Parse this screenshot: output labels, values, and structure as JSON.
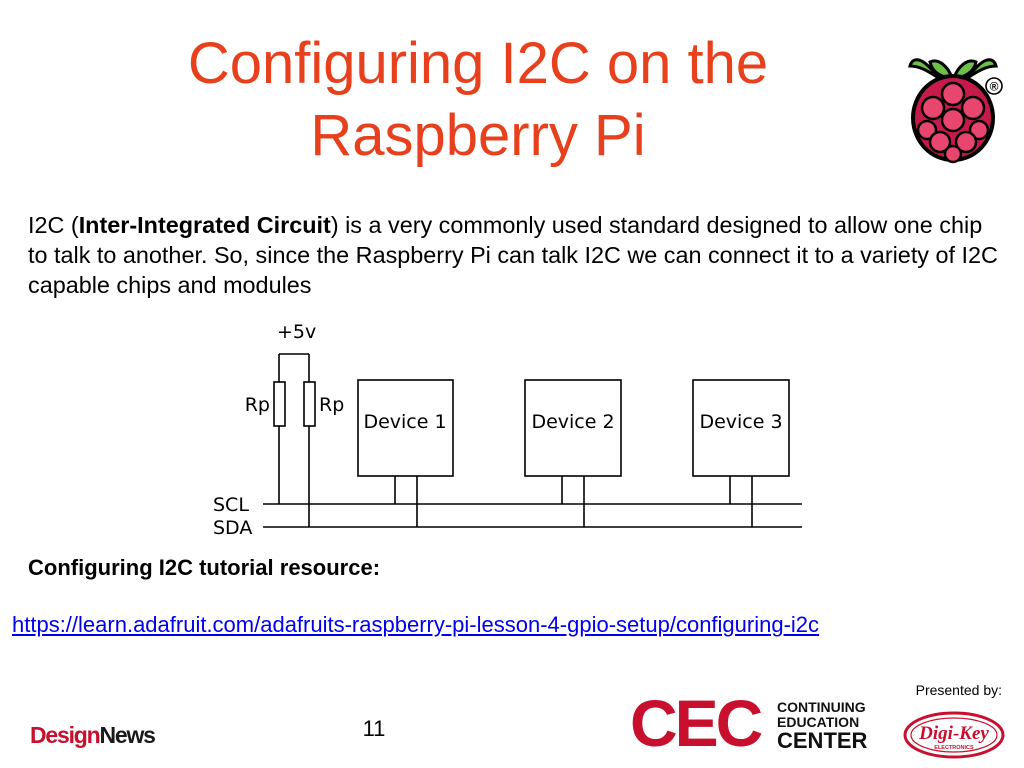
{
  "slide": {
    "title_line1": "Configuring I2C on the",
    "title_line2": "Raspberry Pi",
    "body": {
      "p1": "I2C (",
      "bold": "Inter-Integrated Circuit",
      "p2": ") is a very commonly used standard designed to allow one chip to talk to another. So, since the Raspberry Pi can talk I2C we can connect it to a variety of I2C capable chips and modules"
    },
    "tutorial_heading": "Configuring I2C tutorial resource:",
    "tutorial_link": "https://learn.adafruit.com/adafruits-raspberry-pi-lesson-4-gpio-setup/configuring-i2c",
    "presented_by": "Presented by:",
    "page_number": "11",
    "title_color": "#e8401c",
    "link_color": "#0000ee"
  },
  "diagram": {
    "supply_label": "+5v",
    "resistor_labels": [
      "Rp",
      "Rp"
    ],
    "devices": [
      "Device 1",
      "Device 2",
      "Device 3"
    ],
    "bus_lines": [
      "SCL",
      "SDA"
    ]
  },
  "logos": {
    "raspberry_pi": {
      "icon": "raspberry-pi-logo-icon",
      "registered_mark": "®"
    },
    "designnews": {
      "part1": "Design",
      "part2": "News"
    },
    "cec": {
      "big": "CEC",
      "line1": "CONTINUING",
      "line2": "EDUCATION",
      "line3": "CENTER"
    },
    "digikey": {
      "name": "Digi-Key",
      "sub": "ELECTRONICS"
    }
  }
}
